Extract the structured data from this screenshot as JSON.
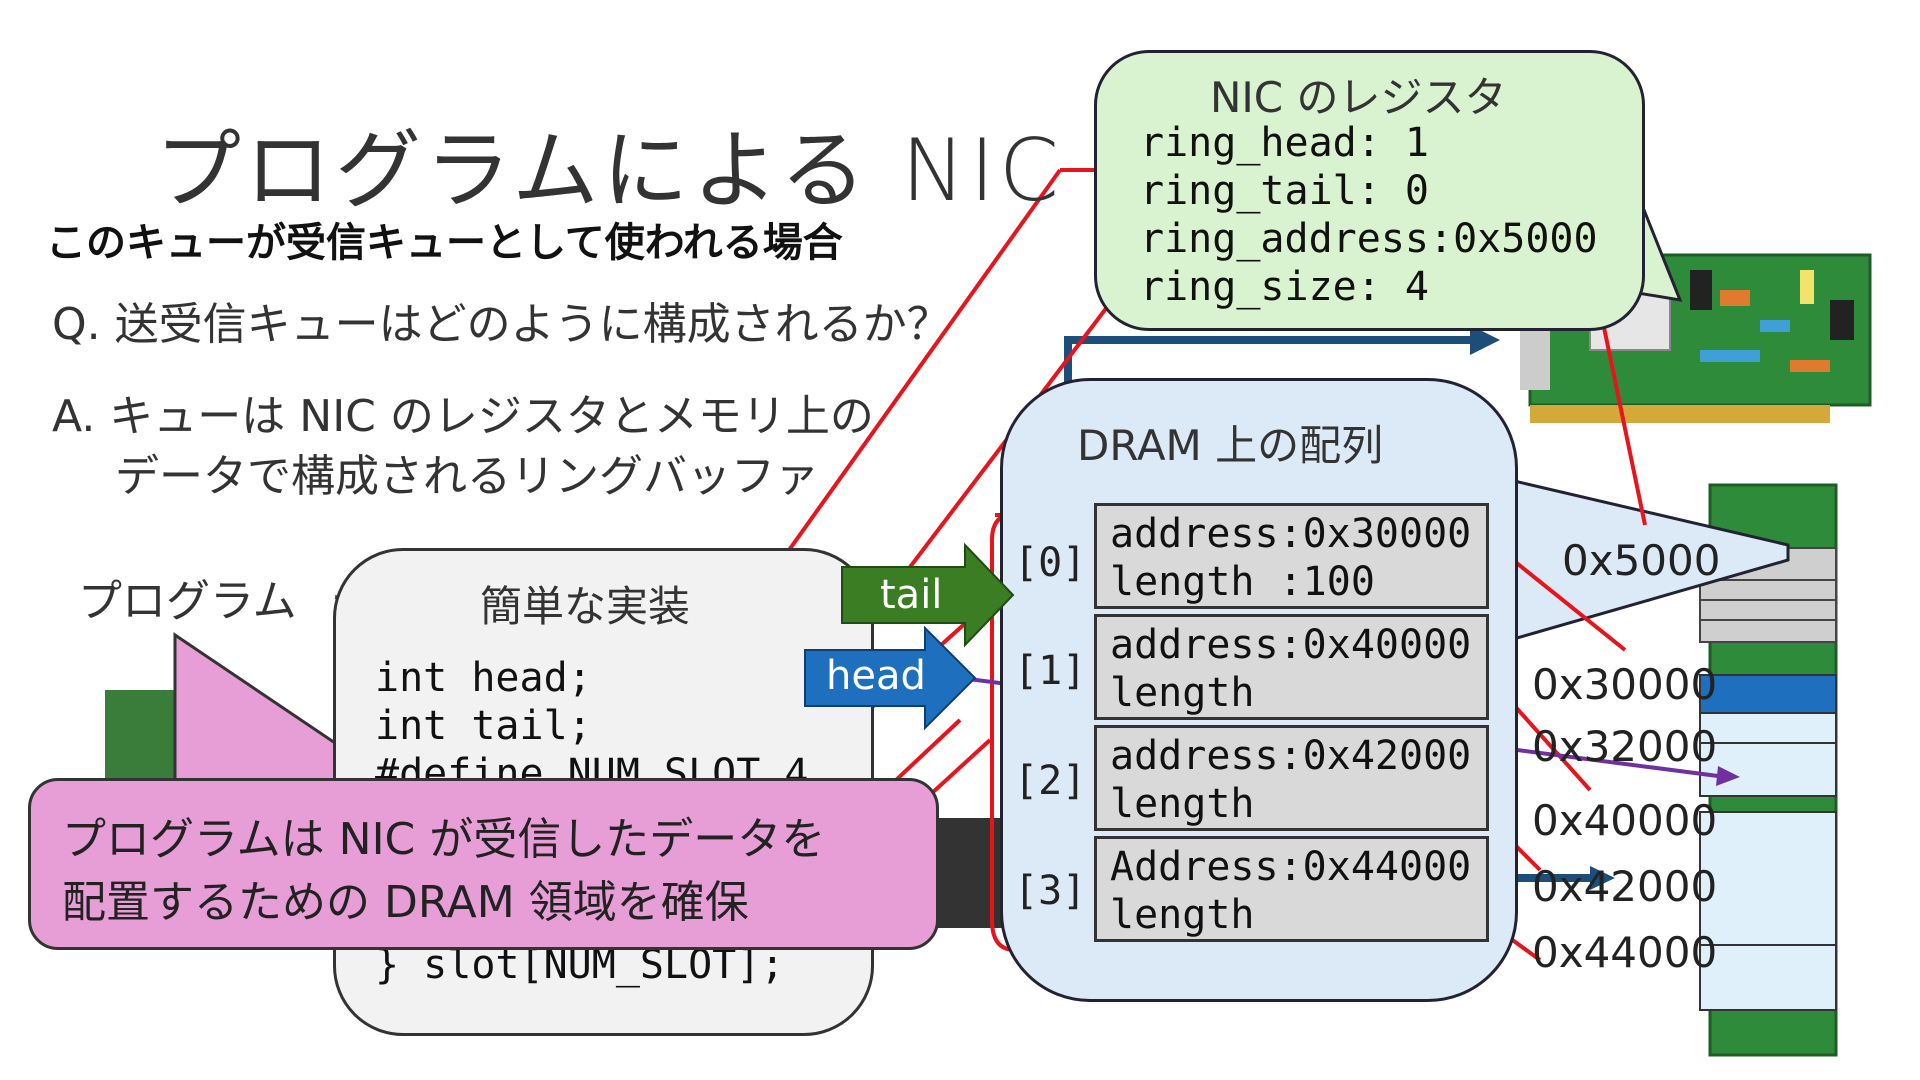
{
  "title": "プログラムによる NIC の",
  "subtitle": "このキューが受信キューとして使われる場合",
  "question": "Q. 送受信キューはどのように構成されるか？",
  "answer_line1": "A. キューは NIC のレジスタとメモリ上の",
  "answer_line2": "データで構成されるリングバッファ",
  "program_label": "プログラム",
  "code_box": {
    "title": "簡単な実装",
    "lines": [
      "int head;",
      "int tail;",
      "#define NUM_SLOT 4",
      "} slot[NUM_SLOT];"
    ]
  },
  "registers": {
    "title": "NIC のレジスタ",
    "lines": [
      "ring_head: 1",
      "ring_tail: 0",
      "ring_address:0x5000",
      "ring_size: 4"
    ]
  },
  "dram": {
    "title": "DRAM 上の配列",
    "indices": [
      "[0]",
      "[1]",
      "[2]",
      "[3]"
    ],
    "slots": [
      {
        "address": "address:0x30000",
        "length": "length :100"
      },
      {
        "address": "address:0x40000",
        "length": "length"
      },
      {
        "address": "address:0x42000",
        "length": "length"
      },
      {
        "address": "Address:0x44000",
        "length": "length"
      }
    ]
  },
  "pointers": {
    "tail": "tail",
    "head": "head"
  },
  "memory_addresses": [
    "0x5000",
    "0x30000",
    "0x32000",
    "0x40000",
    "0x42000",
    "0x44000"
  ],
  "callout": {
    "line1": "プログラムは NIC が受信したデータを",
    "line2": "配置するための DRAM 領域を確保"
  },
  "colors": {
    "red": "#e8141c",
    "purple": "#7030a0",
    "tail_arrow": "#3a7d23",
    "head_arrow": "#1f6fbf",
    "dram_bg": "#dce9f7",
    "register_bg": "#d9f2cf",
    "callout_bg": "#e79ed6",
    "slot_bg": "#d9d9d9",
    "pcb_green": "#2e8b3a",
    "memory_blue": "#dff0fb"
  },
  "icons": [
    "nic-card-icon",
    "memory-module-icon",
    "cpu-chip-icon"
  ]
}
